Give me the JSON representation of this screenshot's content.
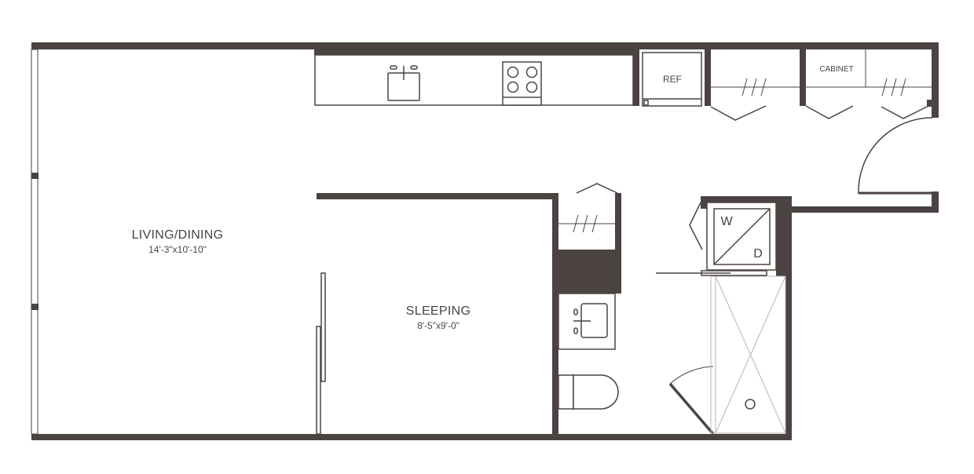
{
  "rooms": {
    "living": {
      "name": "LIVING/DINING",
      "dims": "14'-3\"x10'-10\""
    },
    "sleeping": {
      "name": "SLEEPING",
      "dims": "8'-5\"x9'-0\""
    }
  },
  "labels": {
    "ref": "REF",
    "cabinet": "CABINET",
    "washer": "W",
    "dryer": "D"
  },
  "colors": {
    "wall": "#4a4341",
    "background": "#ffffff"
  }
}
